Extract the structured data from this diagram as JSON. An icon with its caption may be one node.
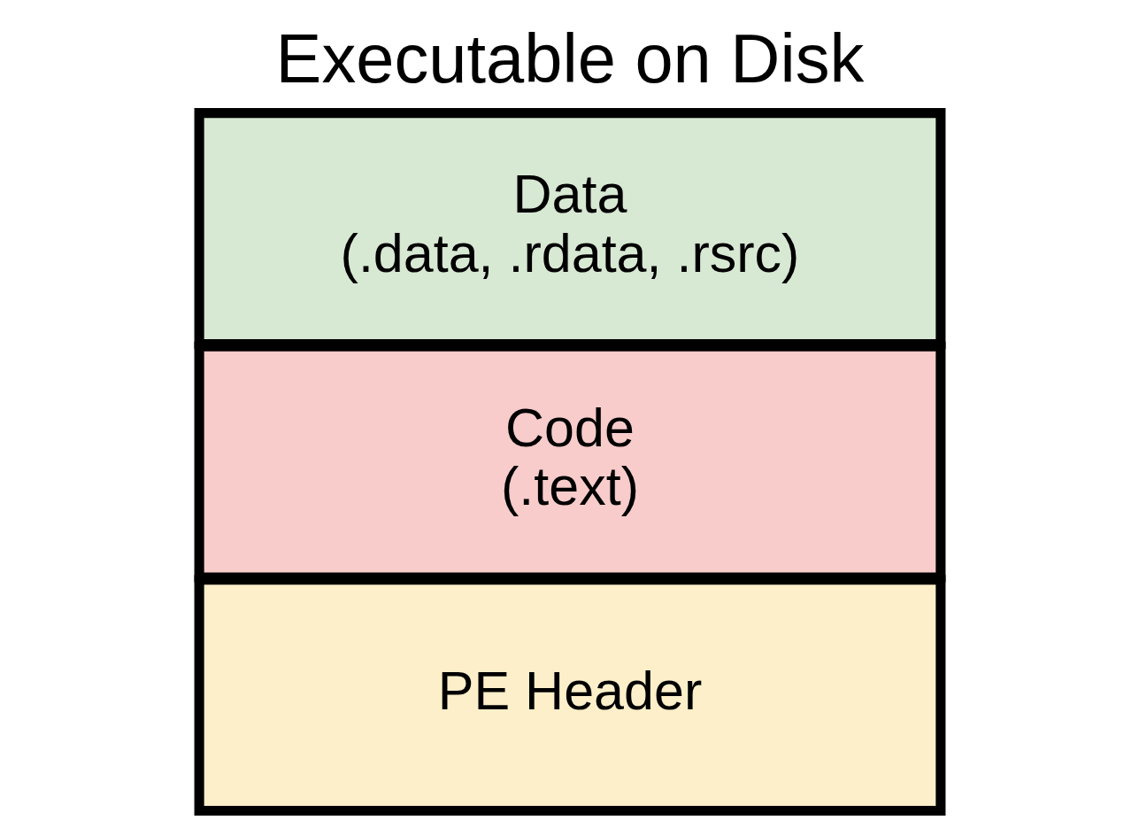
{
  "diagram": {
    "title": "Executable on Disk",
    "nodes": [
      {
        "text": [
          "PE Header"
        ]
      },
      {
        "text": [
          "Code",
          "(.text)"
        ]
      },
      {
        "text": [
          "Data",
          "(.data, .rdata, .rsrc)"
        ]
      }
    ]
  }
}
